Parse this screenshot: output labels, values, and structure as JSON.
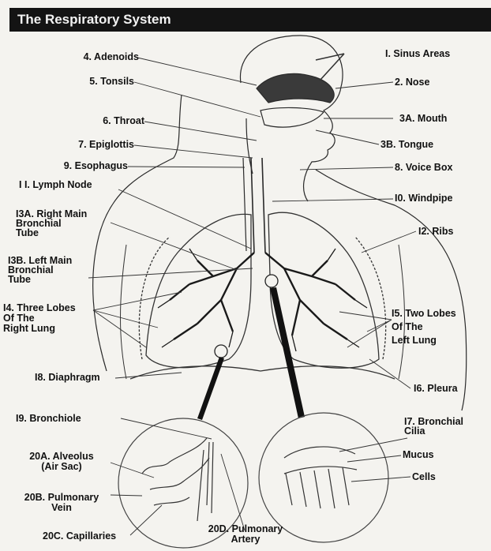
{
  "title": "The Respiratory System",
  "colors": {
    "title_bar": "#141414",
    "ink": "#111111",
    "paper": "#f4f3ef"
  },
  "labels": {
    "l1": "I. Sinus Areas",
    "l2": "2. Nose",
    "l3a": "3A. Mouth",
    "l3b": "3B. Tongue",
    "l4": "4. Adenoids",
    "l5": "5. Tonsils",
    "l6": "6. Throat",
    "l7": "7. Epiglottis",
    "l8": "8. Voice Box",
    "l9": "9. Esophagus",
    "l10": "I0. Windpipe",
    "l11": "I I. Lymph Node",
    "l12": "I2. Ribs",
    "l13a": "I3A. Right Main\nBronchial\nTube",
    "l13b": "I3B. Left Main\nBronchial\nTube",
    "l14": "I4. Three Lobes\nOf The\nRight Lung",
    "l15": "I5. Two Lobes\nOf The\nLeft Lung",
    "l16": "I6. Pleura",
    "l17": "I7. Bronchial\nCilia",
    "l17m": "Mucus",
    "l17c": "Cells",
    "l18": "I8. Diaphragm",
    "l19": "I9. Bronchiole",
    "l20a": "20A. Alveolus\n(Air Sac)",
    "l20b": "20B. Pulmonary\nVein",
    "l20c": "20C. Capillaries",
    "l20d": "20D. Pulmonary\nArtery"
  }
}
